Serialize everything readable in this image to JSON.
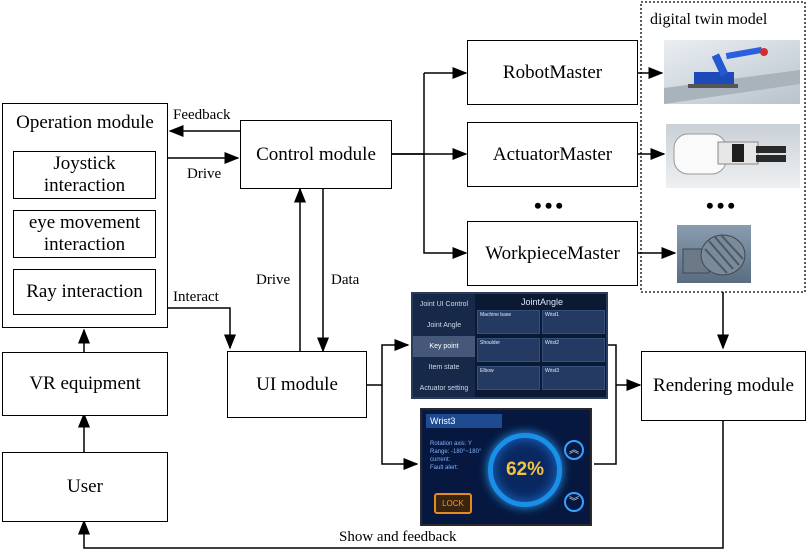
{
  "dt": {
    "title": "digital twin model"
  },
  "boxes": {
    "operation": "Operation module",
    "joystick": "Joystick interaction",
    "eye": "eye movement interaction",
    "ray": "Ray interaction",
    "vr": "VR equipment",
    "user": "User",
    "control": "Control module",
    "ui": "UI module",
    "robot": "RobotMaster",
    "actuator": "ActuatorMaster",
    "workpiece": "WorkpieceMaster",
    "rendering": "Rendering module"
  },
  "edges": {
    "feedback": "Feedback",
    "drive1": "Drive",
    "interact": "Interact",
    "drive2": "Drive",
    "data": "Data",
    "show": "Show and feedback"
  },
  "ellipsis": "•••",
  "joint_panel": {
    "title": "JointAngle",
    "menu": [
      "Joint UI Control",
      "Joint Angle",
      "Key point",
      "Item state",
      "Actuator setting"
    ],
    "cards": [
      "Machine base",
      "Wrist1",
      "Shoulder",
      "Wrist2",
      "Elbow",
      "Wrist3"
    ]
  },
  "wrist_panel": {
    "header": "Wrist3",
    "info": [
      "Rotation axis:  Y",
      "Range:  -180°~180°",
      "current:",
      "Fault alert:"
    ],
    "percent": "62%",
    "lock": "LOCK"
  },
  "icons": [
    "robot-arm-render",
    "actuator-gripper-render",
    "gear-workpiece-render",
    "chevron-up-icon",
    "chevron-down-icon"
  ]
}
